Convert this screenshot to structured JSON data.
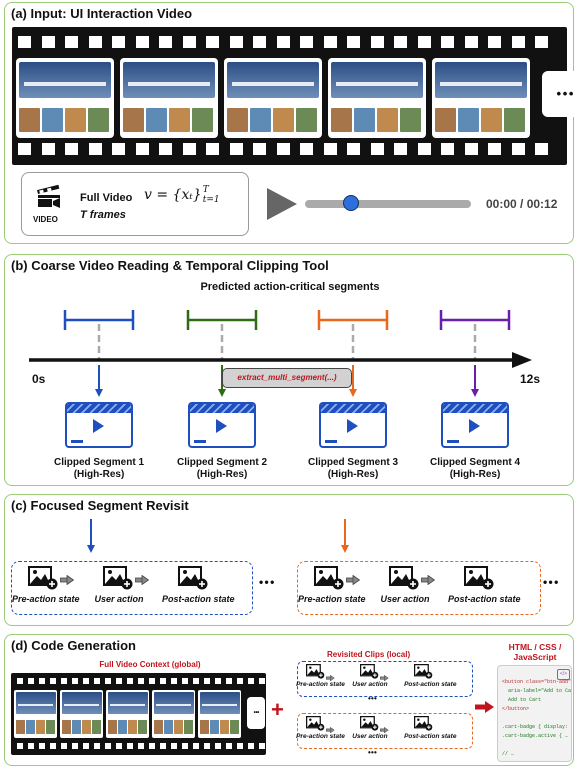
{
  "panel_a": {
    "title": "(a) Input: UI Interaction Video",
    "ellipsis": "• • •",
    "video_label": "VIDEO",
    "full_video_label": "Full Video",
    "formula": "v = {xₜ}",
    "formula_sup": "T",
    "formula_sub": "t=1",
    "frames_label": "T frames",
    "time": "00:00 / 00:12",
    "progress": 0.28
  },
  "panel_b": {
    "title": "(b) Coarse Video Reading & Temporal Clipping Tool",
    "subtitle": "Predicted action-critical segments",
    "start_label": "0s",
    "end_label": "12s",
    "tool_label": "extract_multi_segment(...)",
    "segments": [
      {
        "label": "Clipped Segment 1",
        "sub": "(High-Res)",
        "color": "#1f4fbf"
      },
      {
        "label": "Clipped Segment 2",
        "sub": "(High-Res)",
        "color": "#2e6b12"
      },
      {
        "label": "Clipped Segment 3",
        "sub": "(High-Res)",
        "color": "#e8691e"
      },
      {
        "label": "Clipped Segment 4",
        "sub": "(High-Res)",
        "color": "#6a1fa8"
      }
    ]
  },
  "panel_c": {
    "title": "(c) Focused Segment Revisit",
    "states": [
      "Pre-action state",
      "User action",
      "Post-action state"
    ],
    "ellipsis": "• • •"
  },
  "panel_d": {
    "title": "(d) Code Generation",
    "global_label": "Full Video Context (global)",
    "plus": "+",
    "local_label": "Revisited Clips (local)",
    "output_title_1": "HTML / CSS /",
    "output_title_2": "JavaScript",
    "states": [
      "Pre-action state",
      "User action",
      "Post-action state"
    ],
    "code_lines": [
      "<button class=\"btn-add\"",
      "  aria-label=\"Add to Cart\">",
      "  Add to Cart",
      "</button>",
      "",
      ".cart-badge { display: none; }",
      ".cart-badge.active { … }",
      "",
      "// …"
    ],
    "code_icon": "</>",
    "ellipsis": "• • •"
  },
  "colors": {
    "panel_border": "#9ccc7a",
    "blue": "#1f4fbf",
    "green": "#2e6b12",
    "orange": "#e8691e",
    "purple": "#6a1fa8",
    "red": "#c0141c"
  }
}
